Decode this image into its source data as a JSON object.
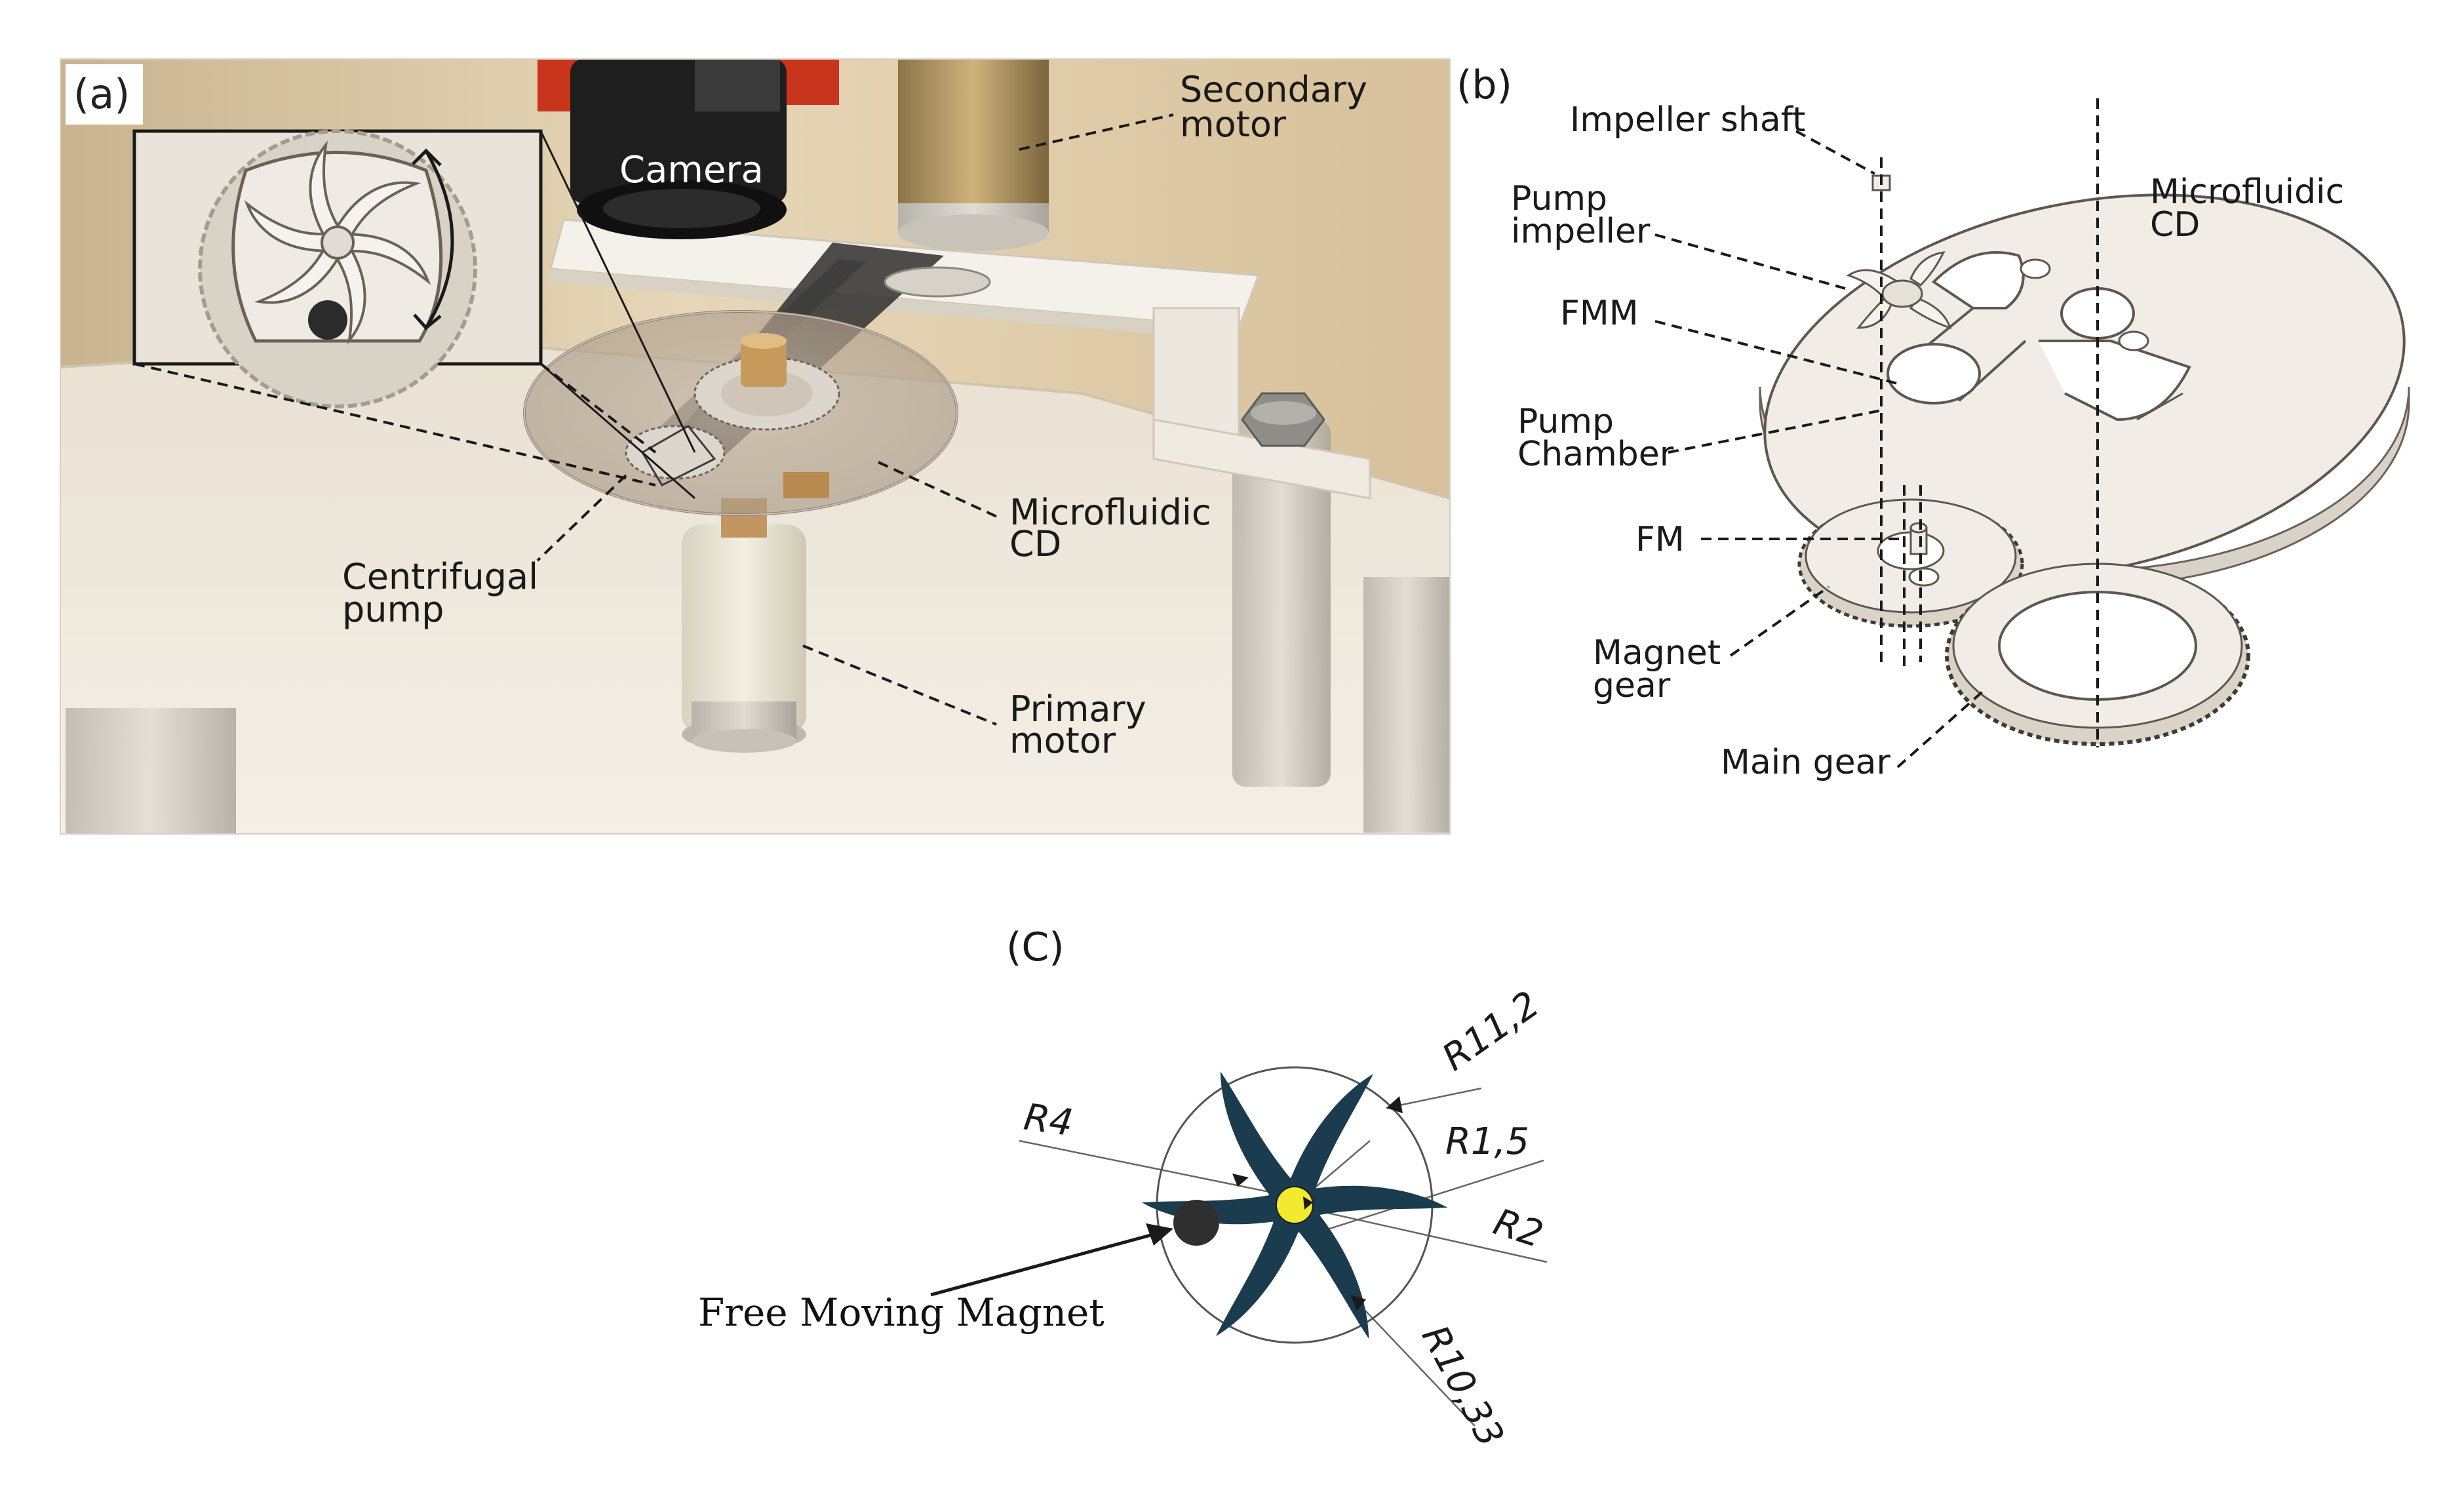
{
  "panels": {
    "a": {
      "tag": "(a)",
      "labels": {
        "camera": "Camera",
        "secondary_motor_1": "Secondary",
        "secondary_motor_2": "motor",
        "microfluidic_cd_1": "Microfluidic",
        "microfluidic_cd_2": "CD",
        "centrifugal_pump_1": "Centrifugal",
        "centrifugal_pump_2": "pump",
        "primary_motor_1": "Primary",
        "primary_motor_2": "motor"
      }
    },
    "b": {
      "tag": "(b)",
      "labels": {
        "impeller_shaft": "Impeller shaft",
        "pump_impeller_1": "Pump",
        "pump_impeller_2": "impeller",
        "microfluidic_cd_1": "Microfluidic",
        "microfluidic_cd_2": "CD",
        "fmm": "FMM",
        "pump_chamber_1": "Pump",
        "pump_chamber_2": "Chamber",
        "fm": "FM",
        "magnet_gear_1": "Magnet",
        "magnet_gear_2": "gear",
        "main_gear": "Main gear"
      }
    },
    "c": {
      "tag": "(C)",
      "labels": {
        "free_moving_magnet": "Free Moving Magnet",
        "r11_2": "R11,2",
        "r1_5": "R1,5",
        "r4": "R4",
        "r2": "R2",
        "r10_33": "R10,33"
      }
    }
  },
  "colors": {
    "impeller": "#1b3c4e",
    "shaft": "#f2ea2e",
    "magnet": "#2f2f2f",
    "cad_part": "#f1ede6",
    "camera_red": "#d2391f",
    "render_bg": "#d9c8a8"
  },
  "icons": [
    "rotation-arrow-icon",
    "impeller-icon",
    "magnet-icon",
    "gear-icon"
  ]
}
